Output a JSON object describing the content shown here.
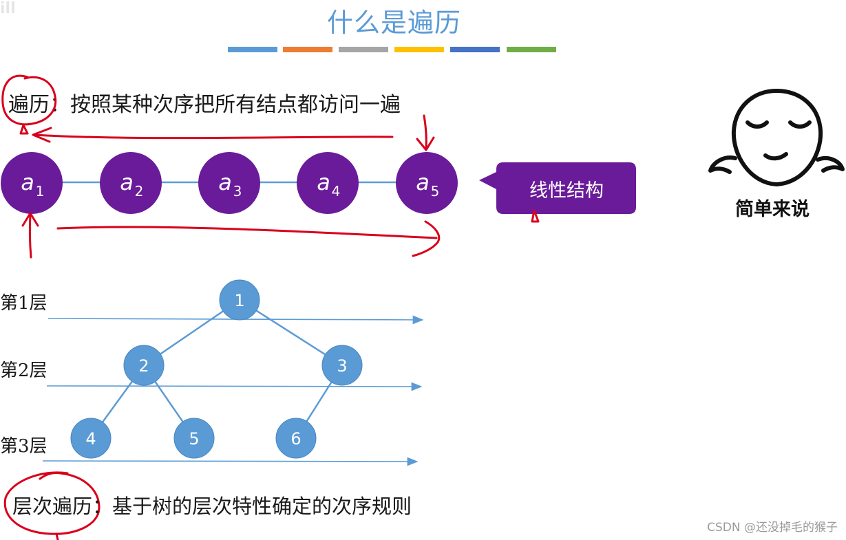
{
  "corner_logo": "ill",
  "title": "什么是遍历",
  "color_bar": [
    "#5b9bd5",
    "#ed7d31",
    "#a5a5a5",
    "#ffc000",
    "#4472c4",
    "#70ad47"
  ],
  "definition": {
    "term": "遍历",
    "text": "：按照某种次序把所有结点都访问一遍"
  },
  "linear": {
    "nodes": [
      {
        "letter": "a",
        "sub": "1"
      },
      {
        "letter": "a",
        "sub": "2"
      },
      {
        "letter": "a",
        "sub": "3"
      },
      {
        "letter": "a",
        "sub": "4"
      },
      {
        "letter": "a",
        "sub": "5"
      }
    ],
    "node_color": "#6a1b9a",
    "callout": "线性结构"
  },
  "meme": {
    "caption": "简单来说"
  },
  "tree": {
    "levels": [
      "第1层",
      "第2层",
      "第3层"
    ],
    "nodes": [
      "1",
      "2",
      "3",
      "4",
      "5",
      "6"
    ],
    "node_color": "#5b9bd5"
  },
  "level_definition": {
    "term": "层次遍历",
    "text": "：基于树的层次特性确定的次序规则"
  },
  "annotation_color": "#d9001b",
  "watermark": "CSDN @还没掉毛的猴子"
}
